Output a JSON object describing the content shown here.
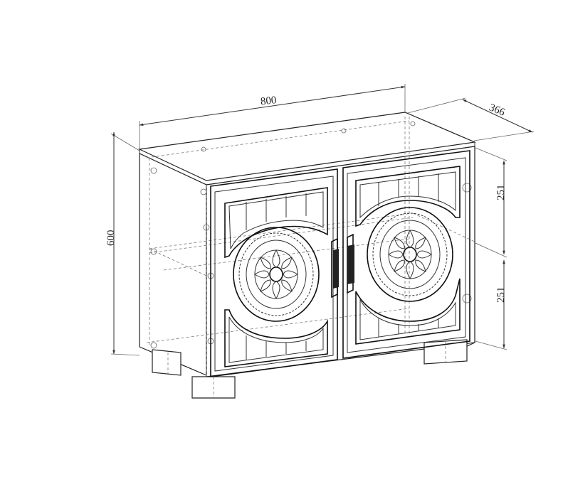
{
  "dimensions": {
    "width": "800",
    "depth": "366",
    "height": "600",
    "upper_section": "251",
    "lower_section": "251"
  },
  "colors": {
    "line": "#333333",
    "background": "#ffffff"
  }
}
